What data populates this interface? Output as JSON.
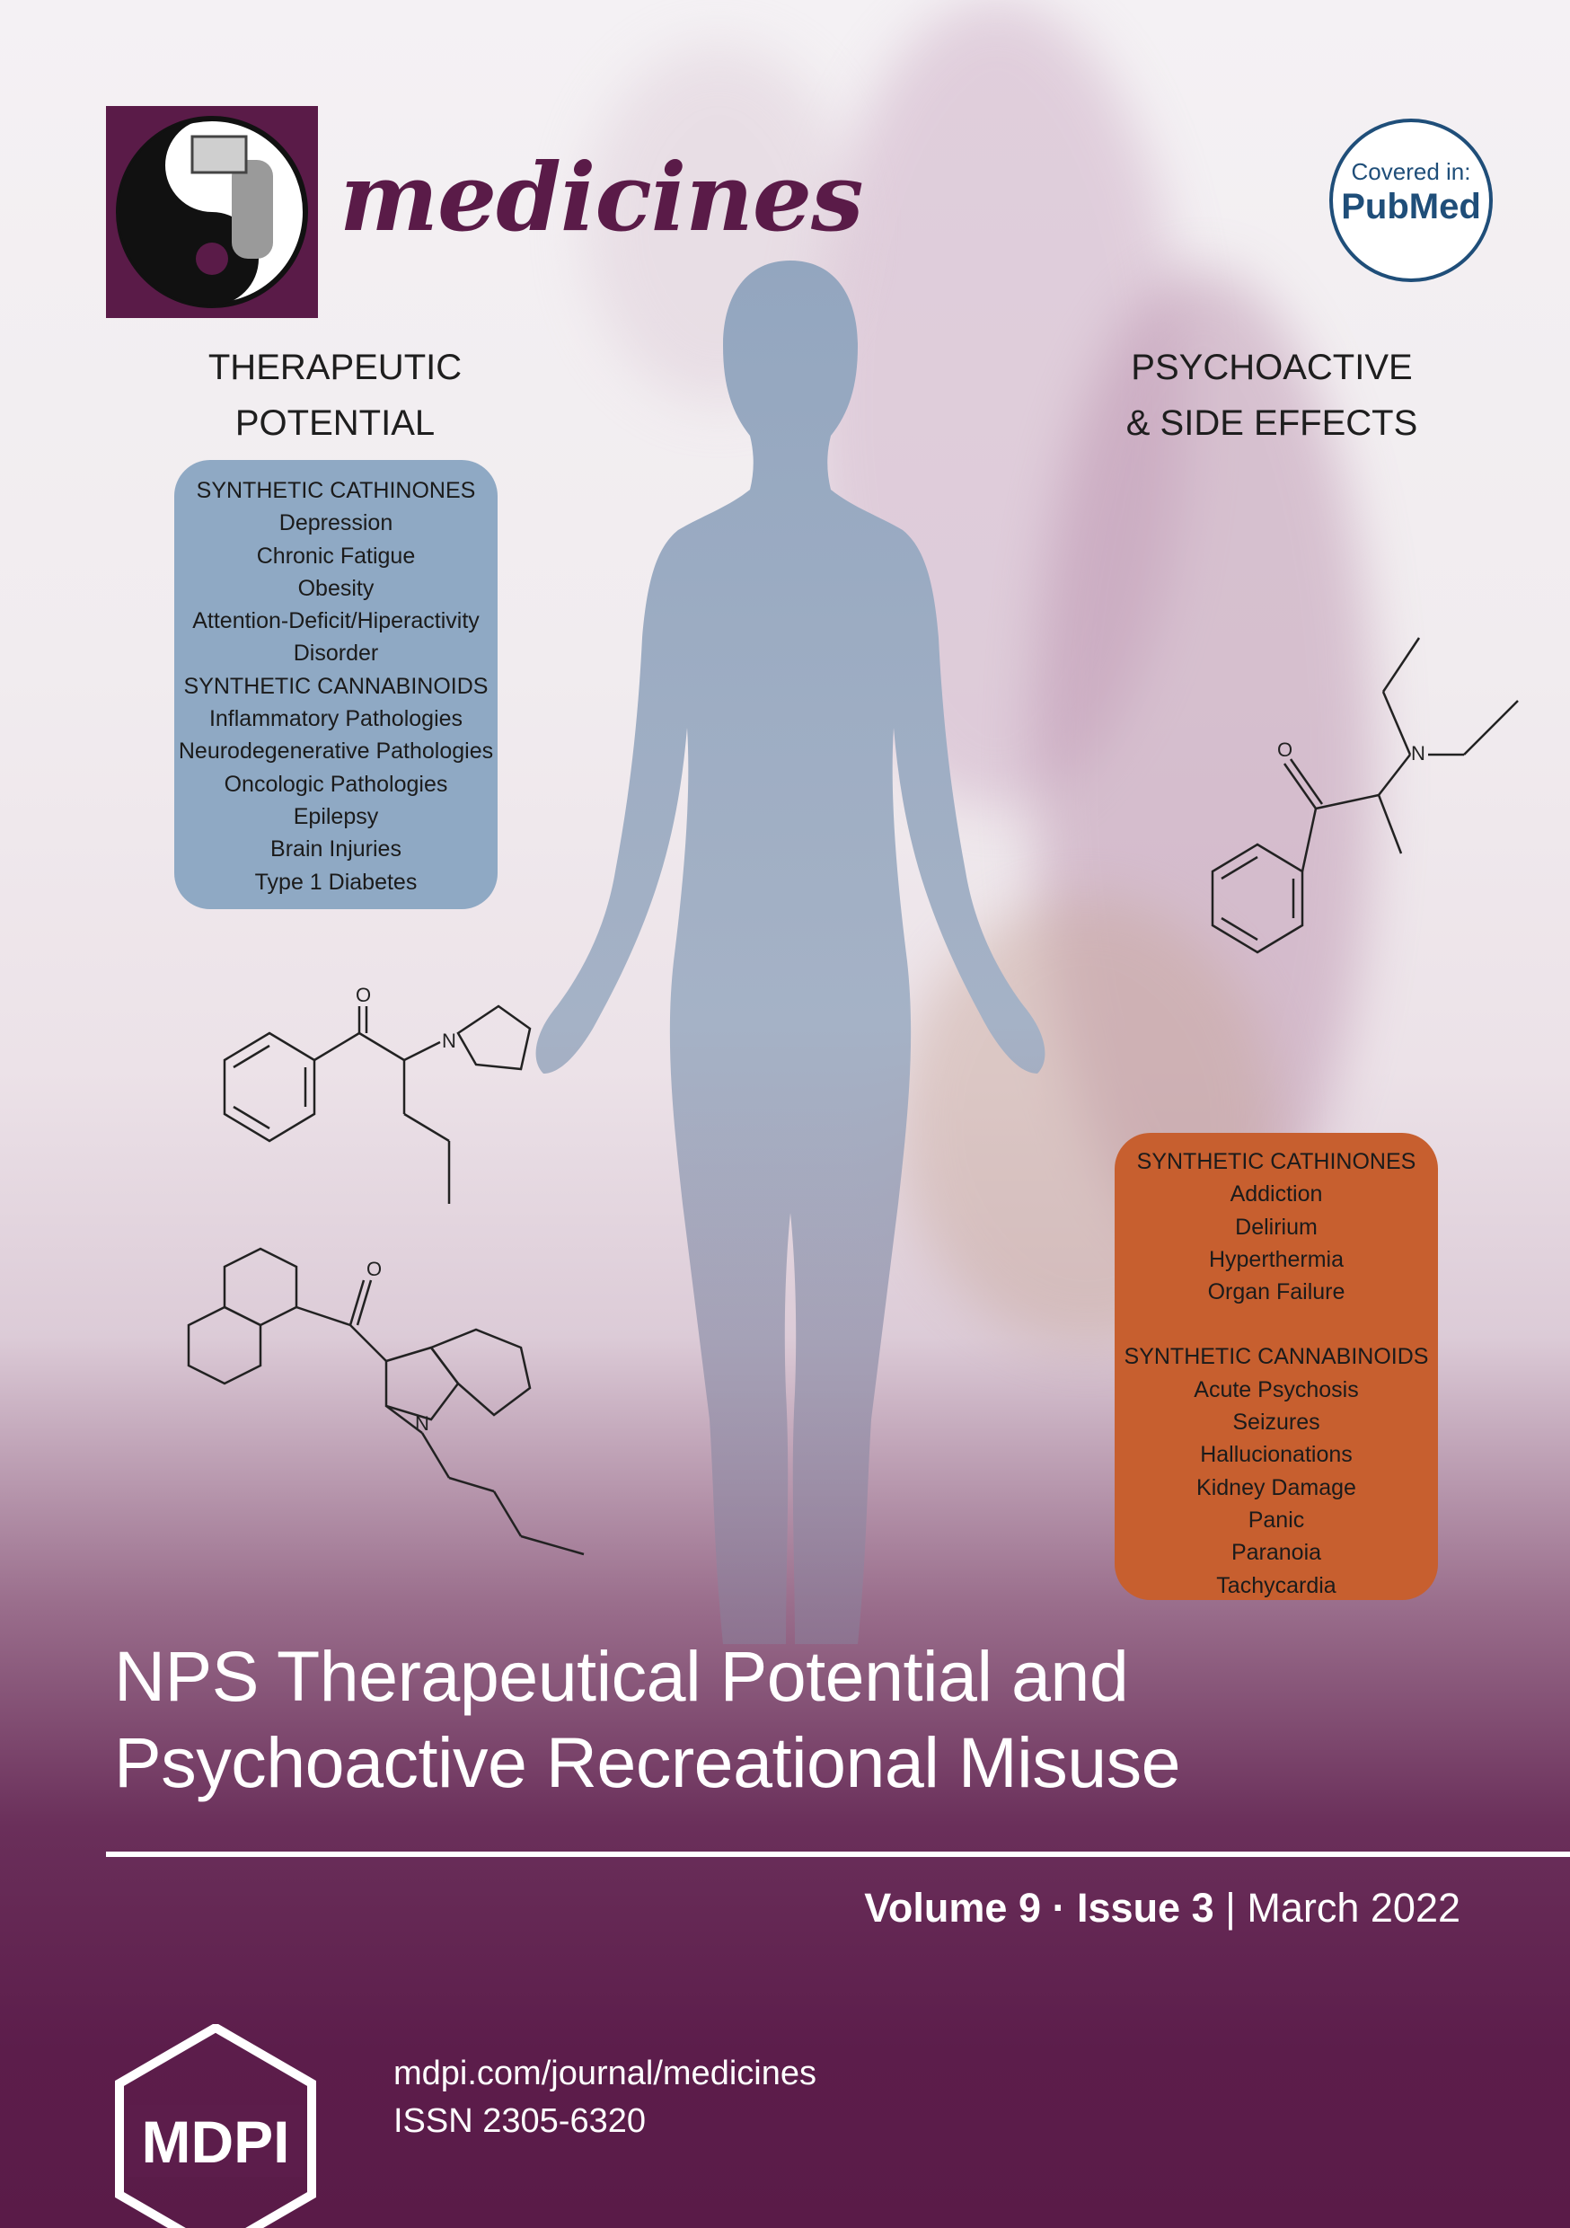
{
  "journal": {
    "name": "medicines",
    "pubmed_badge": {
      "covered_label": "Covered in:",
      "brand": "PubMed"
    }
  },
  "headings": {
    "therapeutic": [
      "THERAPEUTIC",
      "POTENTIAL"
    ],
    "side_effects": [
      "PSYCHOACTIVE",
      "& SIDE EFFECTS"
    ]
  },
  "therapeutic_box": {
    "lines": [
      "SYNTHETIC CATHINONES",
      "Depression",
      "Chronic Fatigue",
      "Obesity",
      "Attention-Deficit/Hiperactivity",
      "Disorder",
      "SYNTHETIC CANNABINOIDS",
      "Inflammatory Pathologies",
      "Neurodegenerative Pathologies",
      "Oncologic Pathologies",
      "Epilepsy",
      "Brain Injuries",
      "Type 1 Diabetes"
    ]
  },
  "side_effects_box": {
    "cathinones": [
      "SYNTHETIC CATHINONES",
      "Addiction",
      "Delirium",
      "Hyperthermia",
      "Organ Failure"
    ],
    "cannabinoids": [
      "SYNTHETIC CANNABINOIDS",
      "Acute Psychosis",
      "Seizures",
      "Hallucionations",
      "Kidney Damage",
      "Panic",
      "Paranoia",
      "Tachycardia"
    ]
  },
  "molecule_labels": {
    "oxygen": "O",
    "nitrogen": "N"
  },
  "article": {
    "title_lines": [
      "NPS Therapeutical Potential and",
      "Psychoactive Recreational Misuse"
    ]
  },
  "issue": {
    "volume": "Volume 9",
    "separator": "·",
    "issue": "Issue 3",
    "divider": "|",
    "date": "March 2022"
  },
  "publisher": {
    "logo_text": "MDPI",
    "url": "mdpi.com/journal/medicines",
    "issn": "ISSN 2305-6320"
  },
  "colors": {
    "brand_purple": "#5a1b48",
    "therapeutic_box": "#8fa9c4",
    "side_effects_box": "#c75f2f",
    "pubmed_blue": "#1f4e79",
    "silhouette": "#8fa3bb"
  }
}
